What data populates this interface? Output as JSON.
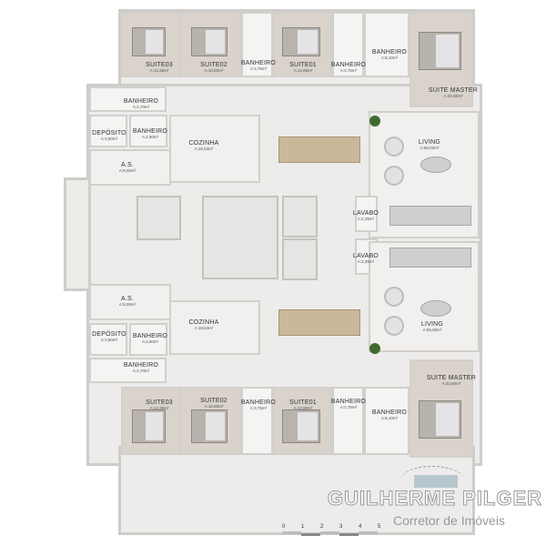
{
  "rooms_top": [
    {
      "name": "SUITE03",
      "area": "A:13,35m²"
    },
    {
      "name": "SUITE02",
      "area": "A:10,80m²"
    },
    {
      "name": "BANHEIRO",
      "area": "A:3,75m²"
    },
    {
      "name": "SUITE01",
      "area": "A:13,80m²"
    },
    {
      "name": "BANHEIRO",
      "area": "A:3,75m²"
    },
    {
      "name": "BANHEIRO",
      "area": "A:8,10m²"
    },
    {
      "name": "SUITE MASTER",
      "area": "A:32,80m²"
    },
    {
      "name": "BANHEIRO",
      "area": "A:4,70m²"
    },
    {
      "name": "DEPÓSITO",
      "area": "A:3,80m²"
    },
    {
      "name": "BANHEIRO",
      "area": "A:2,90m²"
    },
    {
      "name": "COZINHA",
      "area": "A:18,53m²"
    },
    {
      "name": "A.S.",
      "area": "A:8,05m²"
    },
    {
      "name": "LIVING",
      "area": "A:58,00m²"
    },
    {
      "name": "LAVABO",
      "area": "A:2,35m²"
    }
  ],
  "rooms_bottom": [
    {
      "name": "LAVABO",
      "area": "A:2,35m²"
    },
    {
      "name": "A.S.",
      "area": "A:8,05m²"
    },
    {
      "name": "COZINHA",
      "area": "A:18,53m²"
    },
    {
      "name": "DEPÓSITO",
      "area": "A:3,80m²"
    },
    {
      "name": "BANHEIRO",
      "area": "A:2,90m²"
    },
    {
      "name": "LIVING",
      "area": "A:56,00m²"
    },
    {
      "name": "BANHEIRO",
      "area": "A:4,70m²"
    },
    {
      "name": "SUITE MASTER",
      "area": "A:32,80m²"
    },
    {
      "name": "SUITE03",
      "area": "A:13,35m²"
    },
    {
      "name": "SUITE02",
      "area": "A:10,80m²"
    },
    {
      "name": "BANHEIRO",
      "area": "A:3,75m²"
    },
    {
      "name": "SUITE01",
      "area": "A:13,80m²"
    },
    {
      "name": "BANHEIRO",
      "area": "A:3,75m²"
    },
    {
      "name": "BANHEIRO",
      "area": "A:8,10m²"
    }
  ],
  "watermark": {
    "name": "GUILHERME PILGER",
    "subtitle": "Corretor de Imóveis"
  },
  "scale_bar": {
    "ticks": [
      "0",
      "1",
      "2",
      "3",
      "4",
      "5"
    ]
  }
}
